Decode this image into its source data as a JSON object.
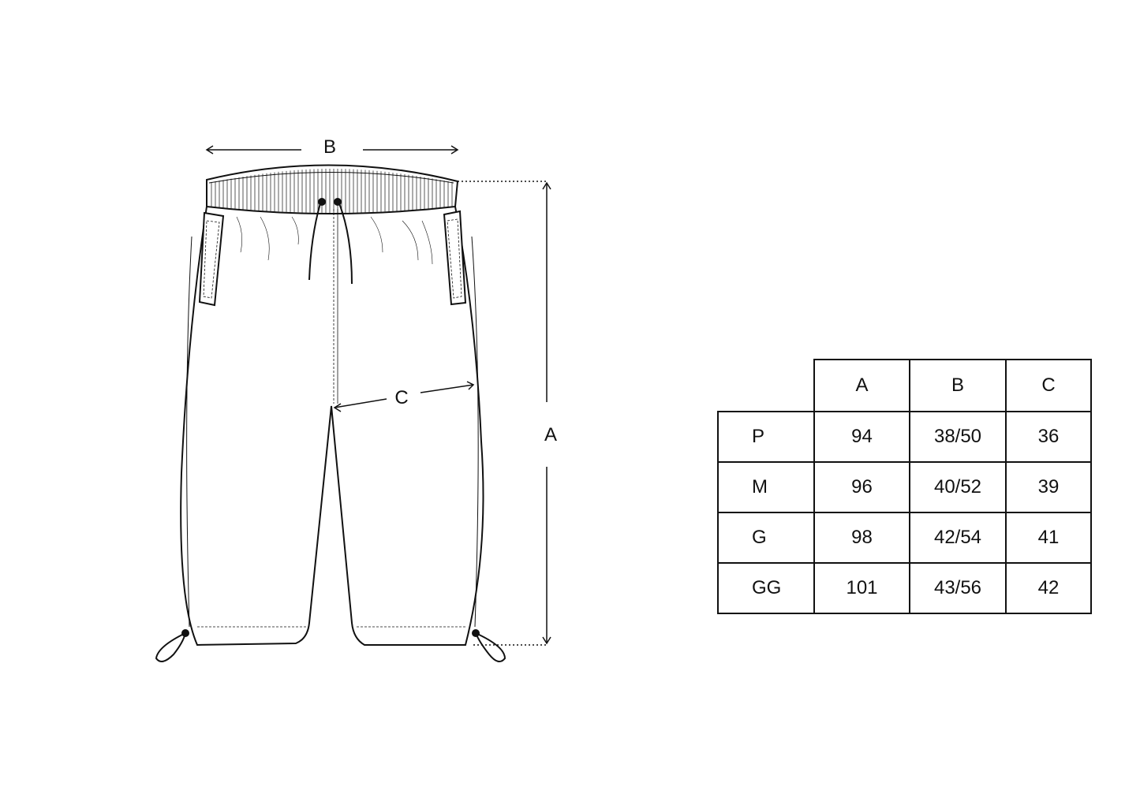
{
  "diagram": {
    "dimension_labels": {
      "A": "A",
      "B": "B",
      "C": "C"
    }
  },
  "size_table": {
    "headers": [
      "",
      "A",
      "B",
      "C"
    ],
    "rows": [
      {
        "size": "P",
        "A": "94",
        "B": "38/50",
        "C": "36"
      },
      {
        "size": "M",
        "A": "96",
        "B": "40/52",
        "C": "39"
      },
      {
        "size": "G",
        "A": "98",
        "B": "42/54",
        "C": "41"
      },
      {
        "size": "GG",
        "A": "101",
        "B": "43/56",
        "C": "42"
      }
    ]
  }
}
